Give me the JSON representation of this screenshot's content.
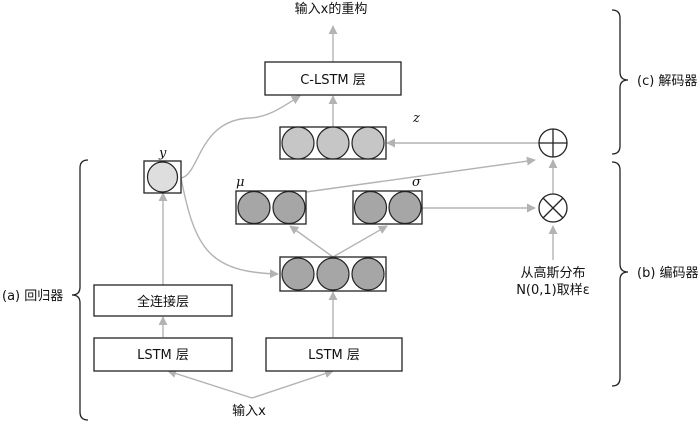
{
  "labels": {
    "top_output": "输入x的重构",
    "clstm_layer": "C-LSTM 层",
    "fc_layer": "全连接层",
    "lstm_layer_left": "LSTM 层",
    "lstm_layer_right": "LSTM 层",
    "input": "输入x",
    "gaussian_line1": "从高斯分布",
    "gaussian_line2": "N(0,1)取样ε",
    "var_y": "y",
    "var_mu": "μ",
    "var_sigma": "σ",
    "var_z": "z",
    "plus_symbol": "⊕",
    "times_symbol": "⊗"
  },
  "sections": {
    "decoder": "(c) 解码器",
    "encoder": "(b) 编码器",
    "regressor": "(a) 回归器"
  },
  "colors": {
    "arrow": "#b3b3b3",
    "node_dark": "#a6a6a6",
    "node_light": "#c6c6c6",
    "node_y": "#dedede",
    "outline": "#222222"
  }
}
